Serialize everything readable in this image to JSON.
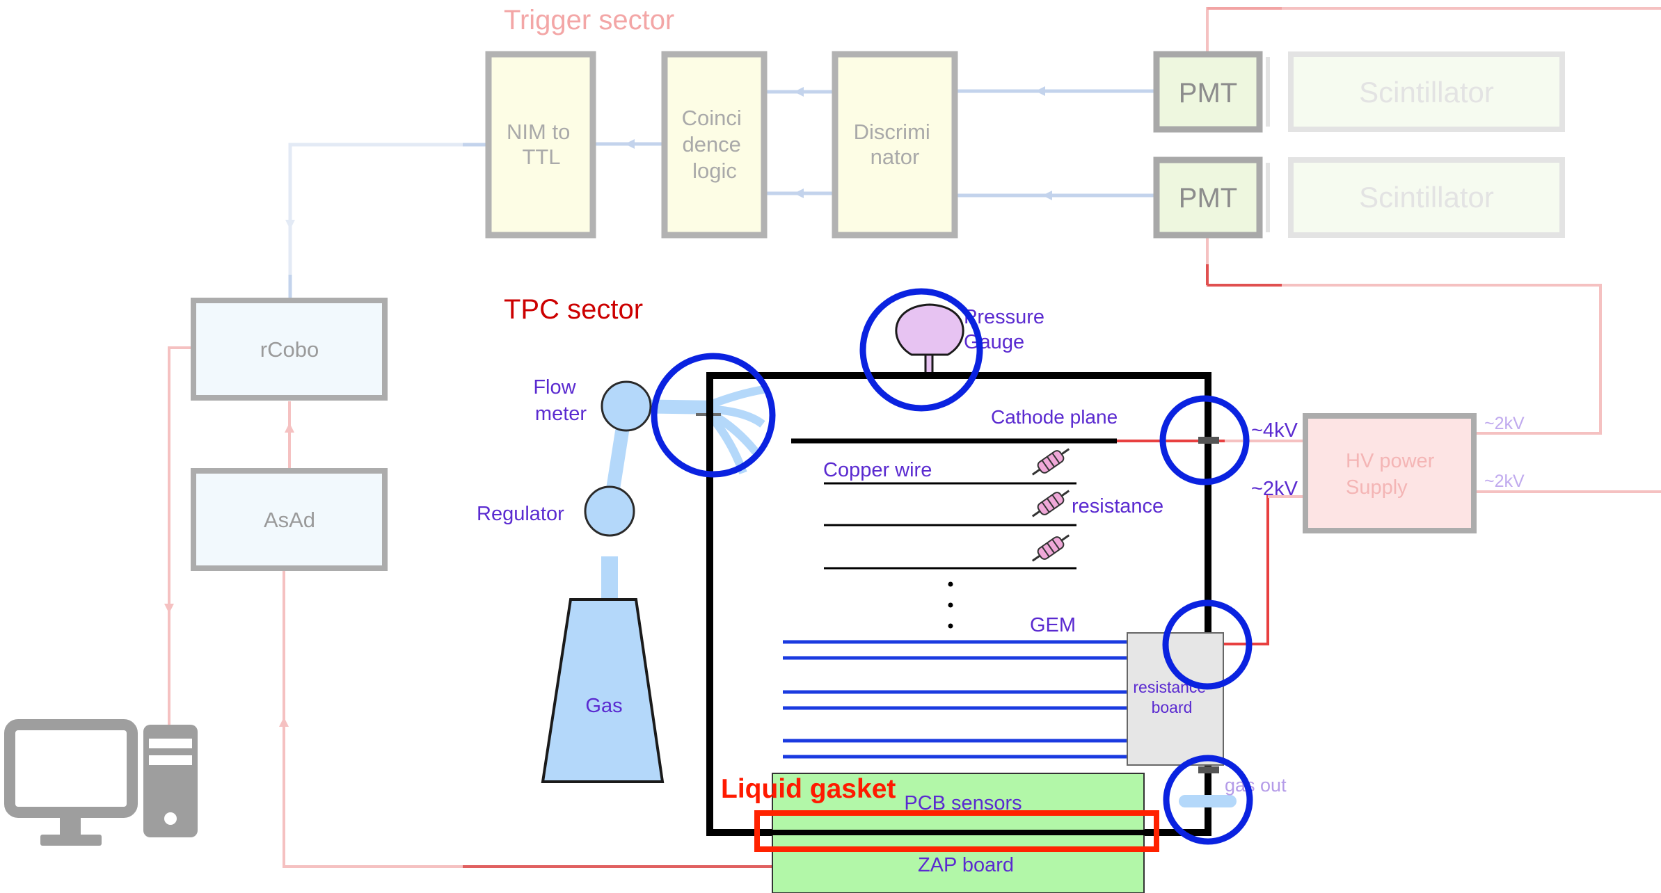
{
  "sectors": {
    "trigger": "Trigger sector",
    "tpc": "TPC sector"
  },
  "trigger": {
    "nim_to_ttl": [
      "NIM to",
      "TTL"
    ],
    "coincidence": [
      "Coinci",
      "dence",
      "logic"
    ],
    "discriminator": [
      "Discrimi",
      "nator"
    ],
    "pmt_1": "PMT",
    "pmt_2": "PMT",
    "scintillator_1": "Scintillator",
    "scintillator_2": "Scintillator"
  },
  "daq": {
    "rcobo": "rCobo",
    "asad": "AsAd"
  },
  "hv": {
    "title": [
      "HV power",
      "Supply"
    ],
    "out_top": "~2kV",
    "out_bottom": "~2kV",
    "in_4kv": "~4kV",
    "in_2kv": "~2kV"
  },
  "gas": {
    "flow_meter": [
      "Flow",
      "meter"
    ],
    "regulator": "Regulator",
    "gas": "Gas",
    "pressure_gauge": [
      "Pressure",
      "Gauge"
    ],
    "gas_out": "gas out"
  },
  "tpc": {
    "cathode_plane": "Cathode plane",
    "copper_wire": "Copper wire",
    "resistance": "resistance",
    "gem": "GEM",
    "resistance_board": [
      "resistance",
      "board"
    ],
    "liquid_gasket": "Liquid gasket",
    "pcb_sensors": "PCB sensors",
    "zap_board": "ZAP board"
  },
  "colors": {
    "highlight_circle": "#0a22e0",
    "gasket_outline": "#ff2200",
    "tpc_label": "#cc0000",
    "hv_line": "#e03030",
    "purple_text": "#5a2ad0",
    "gem_line": "#1a3ae0",
    "gas_blue": "#b4d8fa"
  }
}
